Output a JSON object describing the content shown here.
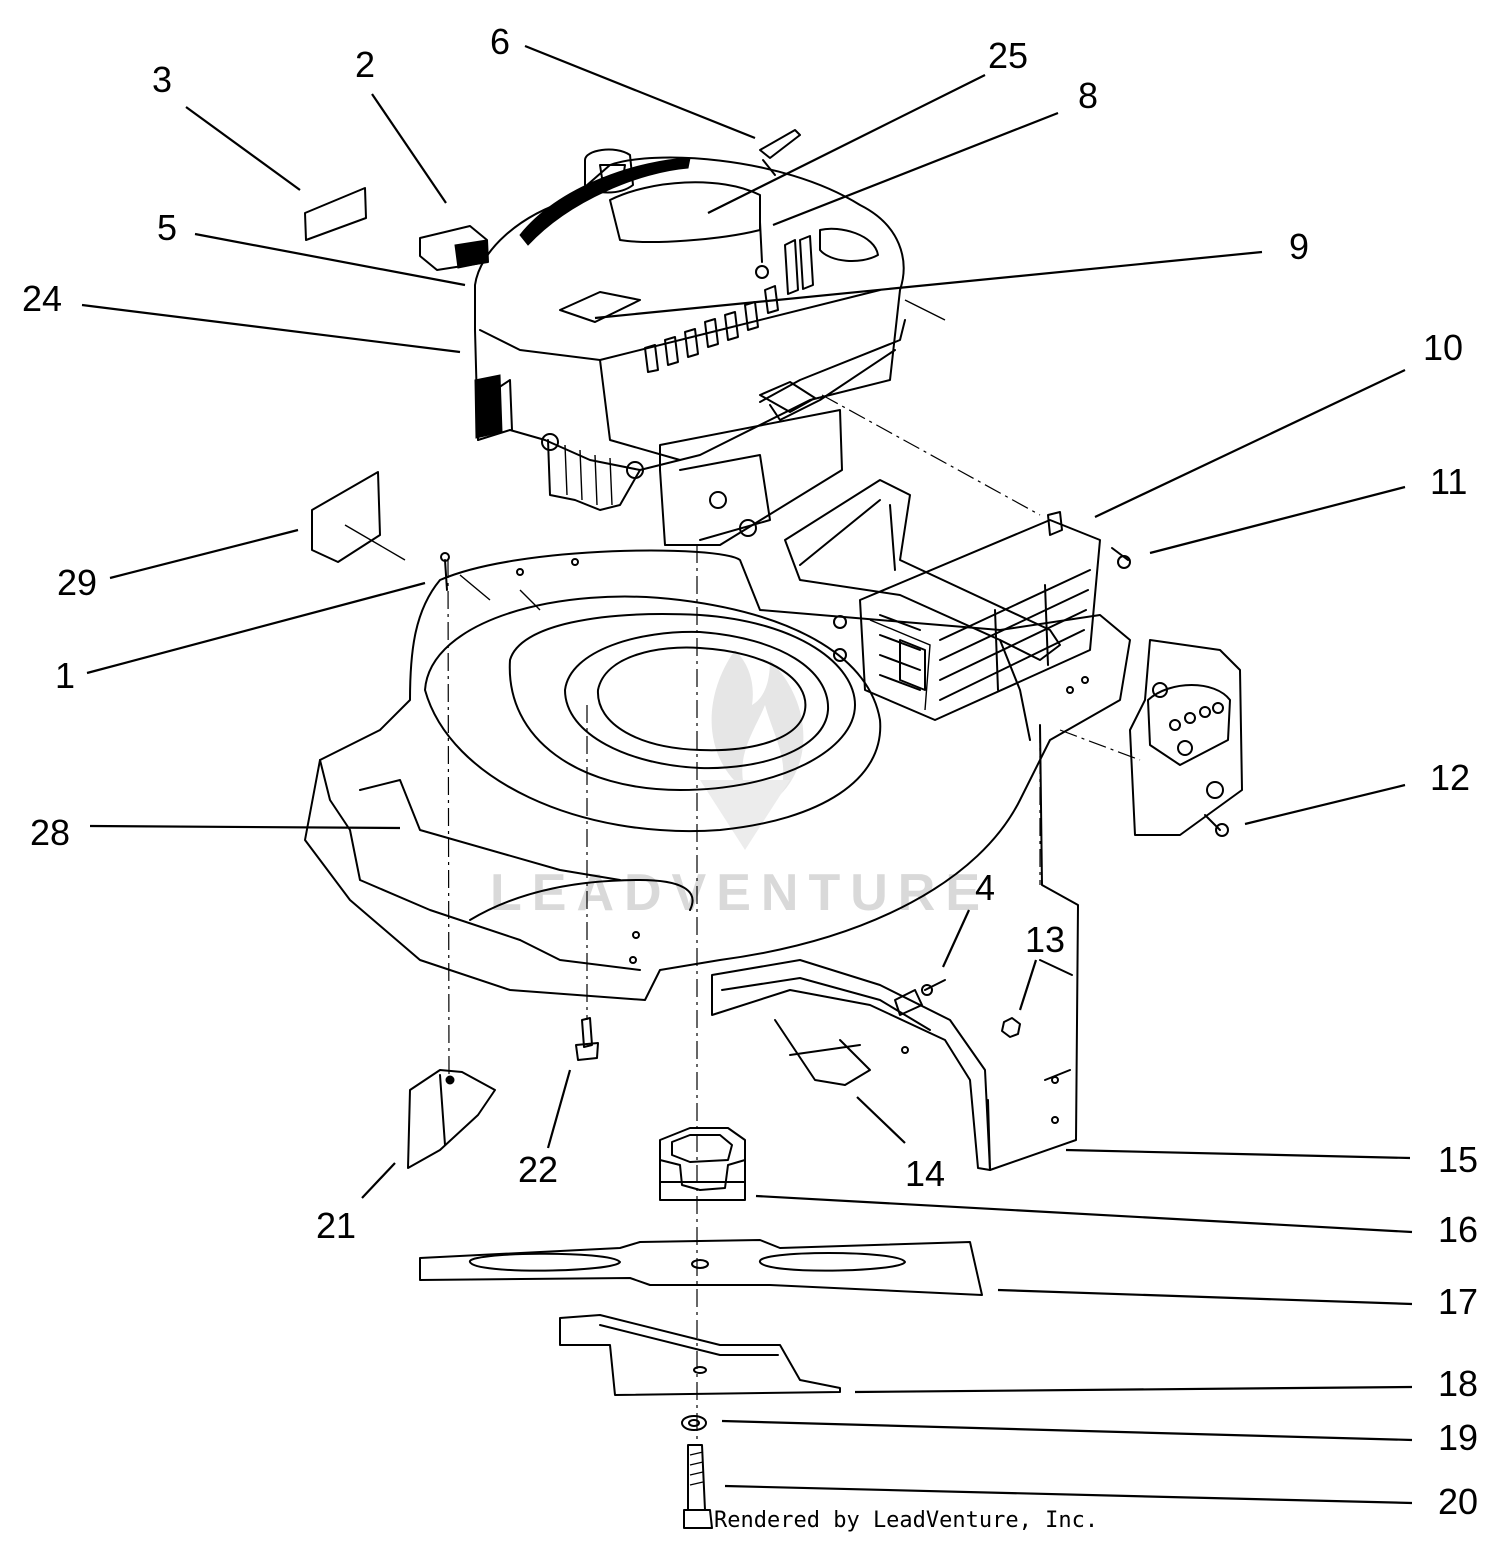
{
  "callouts": [
    "1",
    "2",
    "3",
    "4",
    "5",
    "6",
    "8",
    "9",
    "10",
    "11",
    "12",
    "13",
    "14",
    "15",
    "16",
    "17",
    "18",
    "19",
    "20",
    "21",
    "22",
    "24",
    "25",
    "28",
    "29"
  ],
  "watermark_text": "LEADVENTURE",
  "credit_text": "Rendered by LeadVenture, Inc."
}
